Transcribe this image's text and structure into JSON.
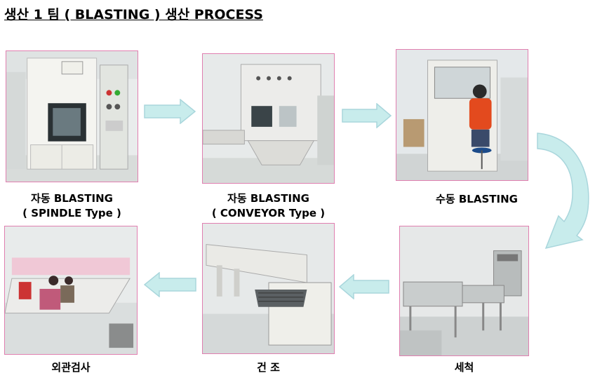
{
  "title": "생산 1 팀 ( BLASTING ) 생산 PROCESS",
  "steps": [
    {
      "line1": "자동 BLASTING",
      "line2": "( SPINDLE Type )"
    },
    {
      "line1": "자동 BLASTING",
      "line2": "( CONVEYOR Type )"
    },
    {
      "line1": "수동 BLASTING"
    },
    {
      "line1": "세척"
    },
    {
      "line1": "건 조"
    },
    {
      "line1": "외관검사"
    }
  ],
  "colors": {
    "frame_border": "#e07fb0",
    "arrow_fill": "#c8ecec",
    "arrow_stroke": "#a9d6dc"
  },
  "icons": [
    "right-arrow-icon",
    "left-arrow-icon",
    "curved-down-arrow-icon"
  ]
}
